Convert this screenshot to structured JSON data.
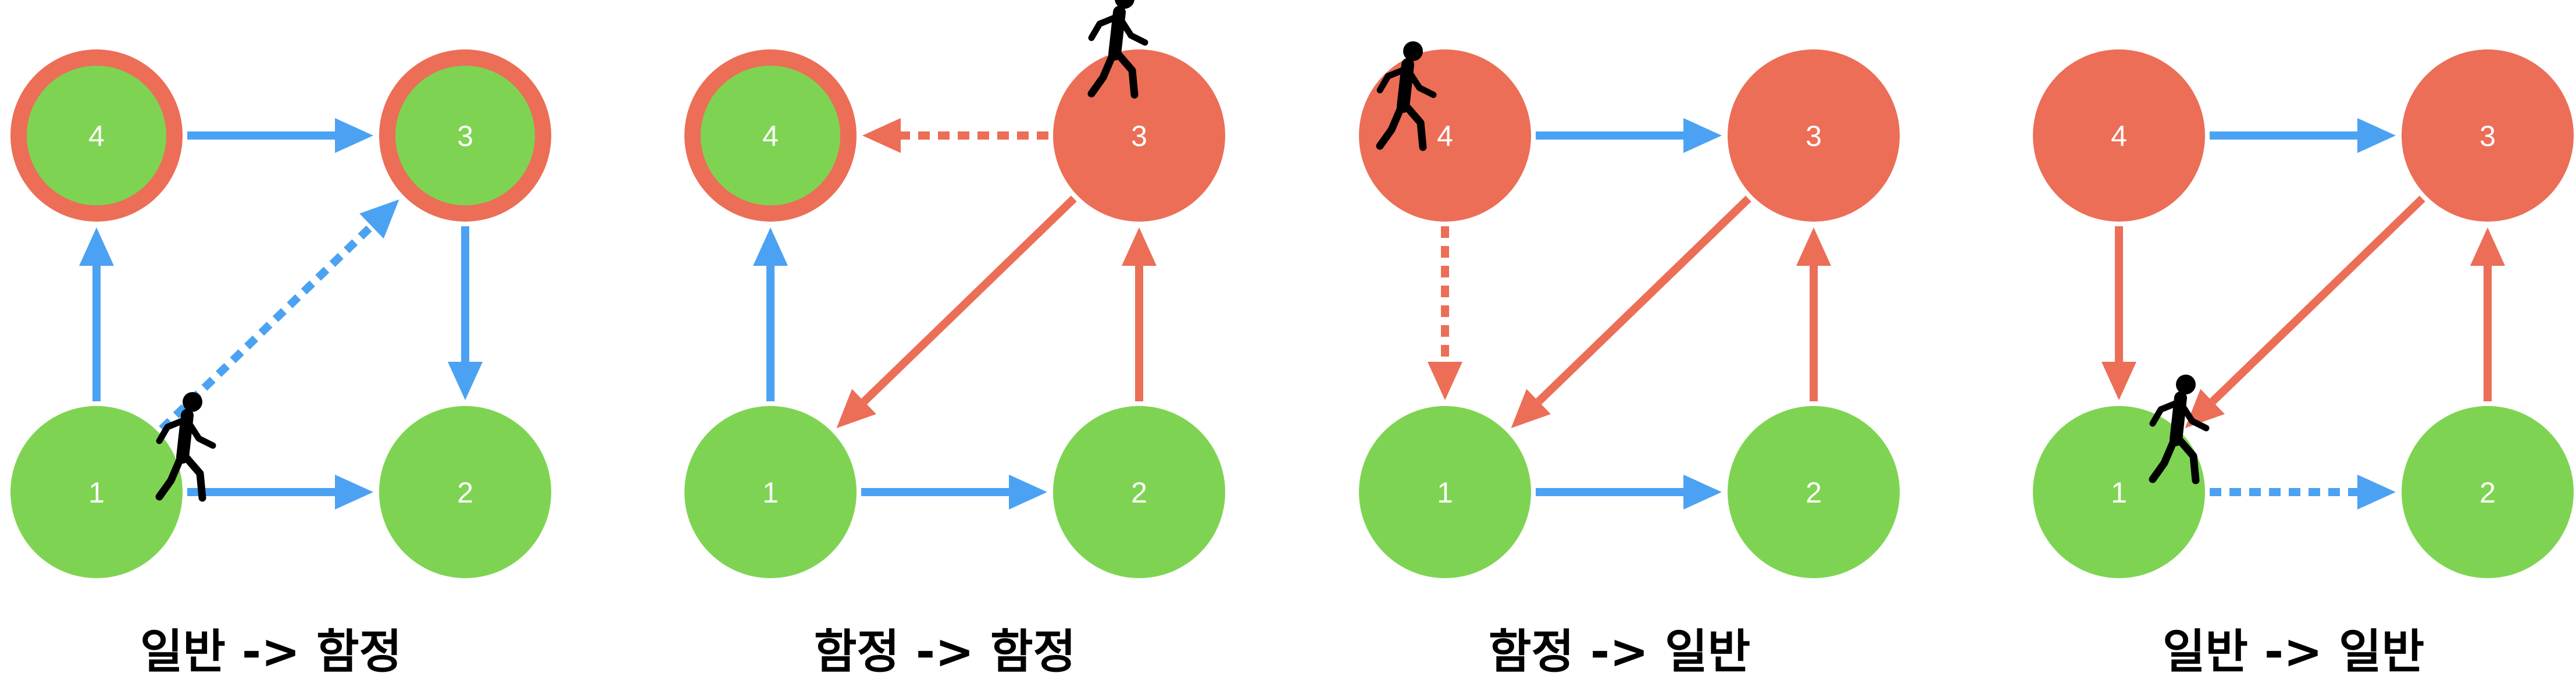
{
  "colors": {
    "green": "#7ed452",
    "red": "#ec6e57",
    "blue": "#4ca2f2",
    "person": "#000000"
  },
  "nodes": [
    "1",
    "2",
    "3",
    "4"
  ],
  "person_icon": "walking-person-icon",
  "panels": [
    {
      "caption": "일반 -> 함정",
      "node_style": {
        "1": "green",
        "2": "green",
        "3": "green-ringed",
        "4": "green-ringed"
      },
      "edges": [
        {
          "from": "1",
          "to": "4",
          "color": "blue",
          "dashed": false
        },
        {
          "from": "4",
          "to": "3",
          "color": "blue",
          "dashed": false
        },
        {
          "from": "3",
          "to": "2",
          "color": "blue",
          "dashed": false
        },
        {
          "from": "1",
          "to": "2",
          "color": "blue",
          "dashed": false
        },
        {
          "from": "1",
          "to": "3",
          "color": "blue",
          "dashed": true
        }
      ],
      "person_at": "1"
    },
    {
      "caption": "함정 -> 함정",
      "node_style": {
        "1": "green",
        "2": "green",
        "3": "red",
        "4": "green-ringed"
      },
      "edges": [
        {
          "from": "1",
          "to": "4",
          "color": "blue",
          "dashed": false
        },
        {
          "from": "1",
          "to": "2",
          "color": "blue",
          "dashed": false
        },
        {
          "from": "2",
          "to": "3",
          "color": "red",
          "dashed": false
        },
        {
          "from": "3",
          "to": "1",
          "color": "red",
          "dashed": false
        },
        {
          "from": "3",
          "to": "4",
          "color": "red",
          "dashed": true
        }
      ],
      "person_at": "3"
    },
    {
      "caption": "함정 -> 일반",
      "node_style": {
        "1": "green",
        "2": "green",
        "3": "red",
        "4": "red"
      },
      "edges": [
        {
          "from": "4",
          "to": "3",
          "color": "blue",
          "dashed": false
        },
        {
          "from": "1",
          "to": "2",
          "color": "blue",
          "dashed": false
        },
        {
          "from": "2",
          "to": "3",
          "color": "red",
          "dashed": false
        },
        {
          "from": "3",
          "to": "1",
          "color": "red",
          "dashed": false
        },
        {
          "from": "4",
          "to": "1",
          "color": "red",
          "dashed": true
        }
      ],
      "person_at": "4"
    },
    {
      "caption": "일반 -> 일반",
      "node_style": {
        "1": "green",
        "2": "green",
        "3": "red",
        "4": "red"
      },
      "edges": [
        {
          "from": "4",
          "to": "3",
          "color": "blue",
          "dashed": false
        },
        {
          "from": "4",
          "to": "1",
          "color": "red",
          "dashed": false
        },
        {
          "from": "2",
          "to": "3",
          "color": "red",
          "dashed": false
        },
        {
          "from": "3",
          "to": "1",
          "color": "red",
          "dashed": false
        },
        {
          "from": "1",
          "to": "2",
          "color": "blue",
          "dashed": true
        }
      ],
      "person_at": "1"
    }
  ]
}
